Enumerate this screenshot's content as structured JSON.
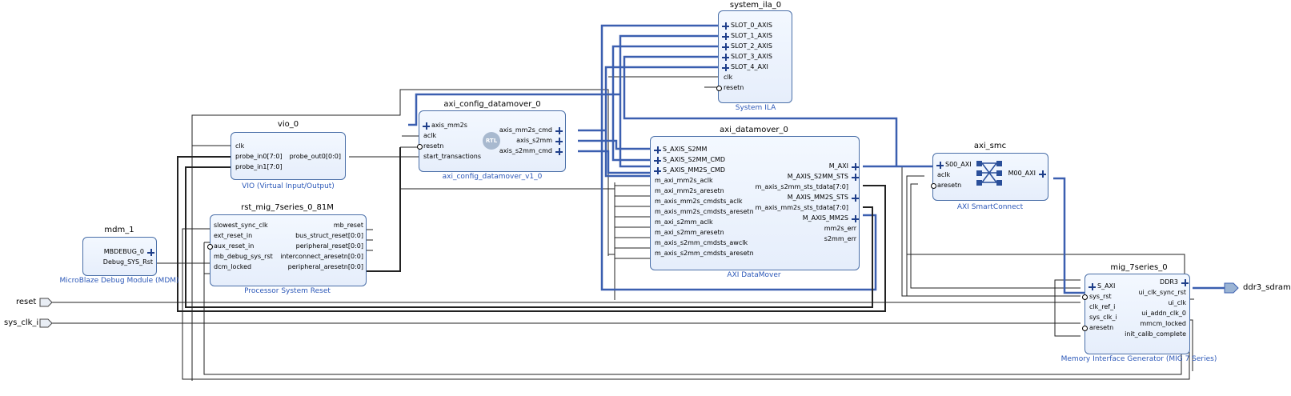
{
  "blocks": {
    "system_ila": {
      "title": "system_ila_0",
      "subtitle": "System ILA",
      "ports_left": [
        "SLOT_0_AXIS",
        "SLOT_1_AXIS",
        "SLOT_2_AXIS",
        "SLOT_3_AXIS",
        "SLOT_4_AXI",
        "clk",
        "resetn"
      ]
    },
    "vio": {
      "title": "vio_0",
      "subtitle": "VIO (Virtual Input/Output)",
      "ports_left": [
        "clk",
        "probe_in0[7:0]",
        "probe_in1[7:0]"
      ],
      "ports_right": [
        "probe_out0[0:0]"
      ]
    },
    "axi_config_datamover": {
      "title": "axi_config_datamover_0",
      "subtitle": "axi_config_datamover_v1_0",
      "ports_left": [
        "axis_mm2s",
        "aclk",
        "resetn",
        "start_transactions"
      ],
      "ports_right": [
        "axis_mm2s_cmd",
        "axis_s2mm",
        "axis_s2mm_cmd"
      ],
      "badge": "RTL"
    },
    "axi_datamover": {
      "title": "axi_datamover_0",
      "subtitle": "AXI DataMover",
      "ports_left": [
        "S_AXIS_S2MM",
        "S_AXIS_S2MM_CMD",
        "S_AXIS_MM2S_CMD",
        "m_axi_mm2s_aclk",
        "m_axi_mm2s_aresetn",
        "m_axis_mm2s_cmdsts_aclk",
        "m_axis_mm2s_cmdsts_aresetn",
        "m_axi_s2mm_aclk",
        "m_axi_s2mm_aresetn",
        "m_axis_s2mm_cmdsts_awclk",
        "m_axis_s2mm_cmdsts_aresetn"
      ],
      "ports_right": [
        "M_AXI",
        "M_AXIS_S2MM_STS",
        "m_axis_s2mm_sts_tdata[7:0]",
        "M_AXIS_MM2S_STS",
        "m_axis_mm2s_sts_tdata[7:0]",
        "M_AXIS_MM2S",
        "mm2s_err",
        "s2mm_err"
      ]
    },
    "axi_smc": {
      "title": "axi_smc",
      "subtitle": "AXI SmartConnect",
      "ports_left": [
        "S00_AXI",
        "aclk",
        "aresetn"
      ],
      "ports_right": [
        "M00_AXI"
      ]
    },
    "rst": {
      "title": "rst_mig_7series_0_81M",
      "subtitle": "Processor System Reset",
      "ports_left": [
        "slowest_sync_clk",
        "ext_reset_in",
        "aux_reset_in",
        "mb_debug_sys_rst",
        "dcm_locked"
      ],
      "ports_right": [
        "mb_reset",
        "bus_struct_reset[0:0]",
        "peripheral_reset[0:0]",
        "interconnect_aresetn[0:0]",
        "peripheral_aresetn[0:0]"
      ]
    },
    "mdm": {
      "title": "mdm_1",
      "subtitle": "MicroBlaze Debug Module (MDM)",
      "ports_right": [
        "MBDEBUG_0",
        "Debug_SYS_Rst"
      ]
    },
    "mig": {
      "title": "mig_7series_0",
      "subtitle": "Memory Interface Generator (MIG 7 Series)",
      "ports_left": [
        "S_AXI",
        "sys_rst",
        "clk_ref_i",
        "sys_clk_i",
        "aresetn"
      ],
      "ports_right": [
        "DDR3",
        "ui_clk_sync_rst",
        "ui_clk",
        "ui_addn_clk_0",
        "mmcm_locked",
        "init_calib_complete"
      ]
    }
  },
  "external_ports": {
    "reset": "reset",
    "sys_clk_i": "sys_clk_i",
    "ddr3_sdram": "ddr3_sdram"
  },
  "colors": {
    "block_border": "#4a6fa8",
    "block_fill": "#e6eefb",
    "subtitle": "#2c58b8",
    "bus_wire": "#3b5fb0",
    "net_wire": "#000000",
    "badge": "#a8b9cf"
  }
}
